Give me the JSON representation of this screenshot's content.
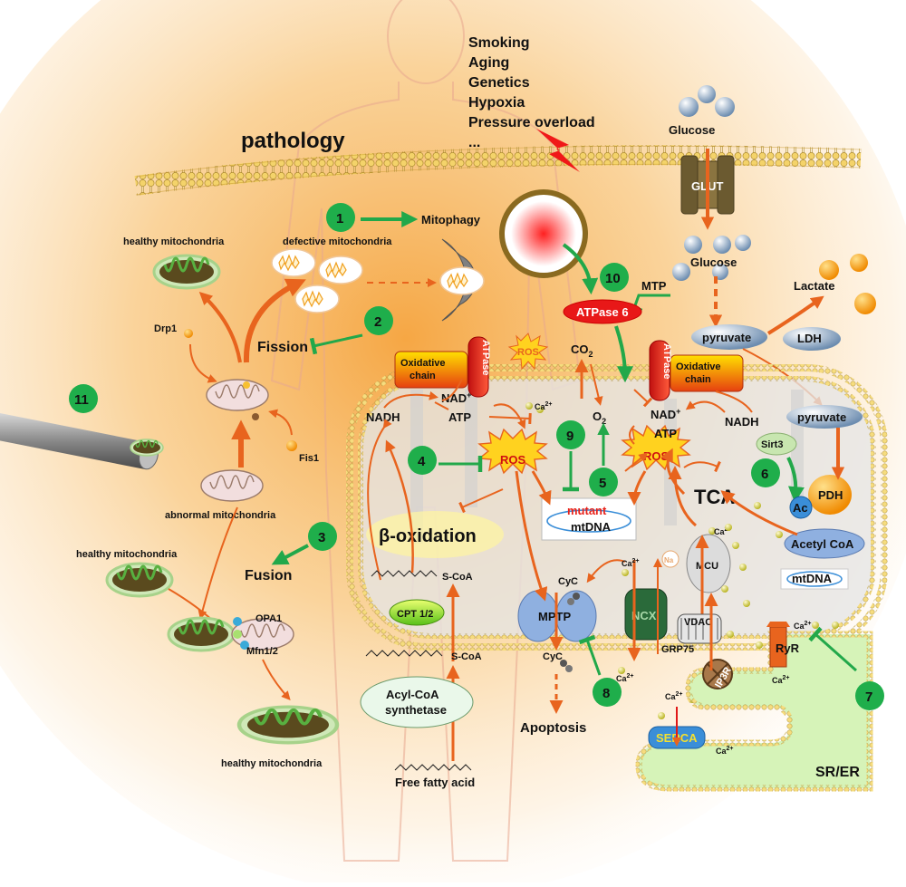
{
  "title": "pathology",
  "triggers": [
    "Smoking",
    "Aging",
    "Genetics",
    "Hypoxia",
    "Pressure overload",
    "..."
  ],
  "numbers": [
    "1",
    "2",
    "3",
    "4",
    "5",
    "6",
    "7",
    "8",
    "9",
    "10",
    "11"
  ],
  "labels": {
    "mitophagy": "Mitophagy",
    "healthy_mito": "healthy mitochondria",
    "defective_mito": "defective mitochondria",
    "drp1": "Drp1",
    "fission": "Fission",
    "fis1": "Fis1",
    "abnormal_mito": "abnormal mitochondria",
    "fusion": "Fusion",
    "opa1": "OPA1",
    "mfn": "Mfn1/2",
    "glucose": "Glucose",
    "glut": "GLUT",
    "lactate": "Lactate",
    "pyruvate": "pyruvate",
    "ldh": "LDH",
    "mtp": "MTP",
    "atpase6": "ATPase 6",
    "ros": "ROS",
    "co2": "CO",
    "co2_sub": "2",
    "o2": "O",
    "o2_sub": "2",
    "oxidative_chain": "Oxidative chain",
    "oxidative_chain_1": "Oxidative",
    "oxidative_chain_2": "chain",
    "atpase": "ATPase",
    "nad": "NAD",
    "nad_sup": "+",
    "nadh": "NADH",
    "atp": "ATP",
    "ca": "Ca",
    "ca_sup": "2+",
    "mutant": "mutant",
    "mtdna": "mtDNA",
    "tca": "TCA",
    "sirt3": "Sirt3",
    "ac": "Ac",
    "pdh": "PDH",
    "acetyl_coa": "Acetyl CoA",
    "beta_ox": "β-oxidation",
    "scoa": "S-CoA",
    "cpt": "CPT 1/2",
    "acyl_coa_1": "Acyl-CoA",
    "acyl_coa_2": "synthetase",
    "ffa": "Free fatty acid",
    "cyc": "CyC",
    "mptp": "MPTP",
    "ncx": "NCX",
    "na": "Na",
    "mcu": "MCU",
    "vdac": "VDAC",
    "grp75": "GRP75",
    "ip3r": "IP3R",
    "ryr": "RyR",
    "serca": "SERCA",
    "apoptosis": "Apoptosis",
    "sr_er": "SR/ER"
  },
  "colors": {
    "orange_arrow": "#e8641e",
    "green_arrow": "#22a84a",
    "green_circle": "#1fae4b",
    "ros_fill": "#ffd21f",
    "membrane": "#e6c050"
  }
}
